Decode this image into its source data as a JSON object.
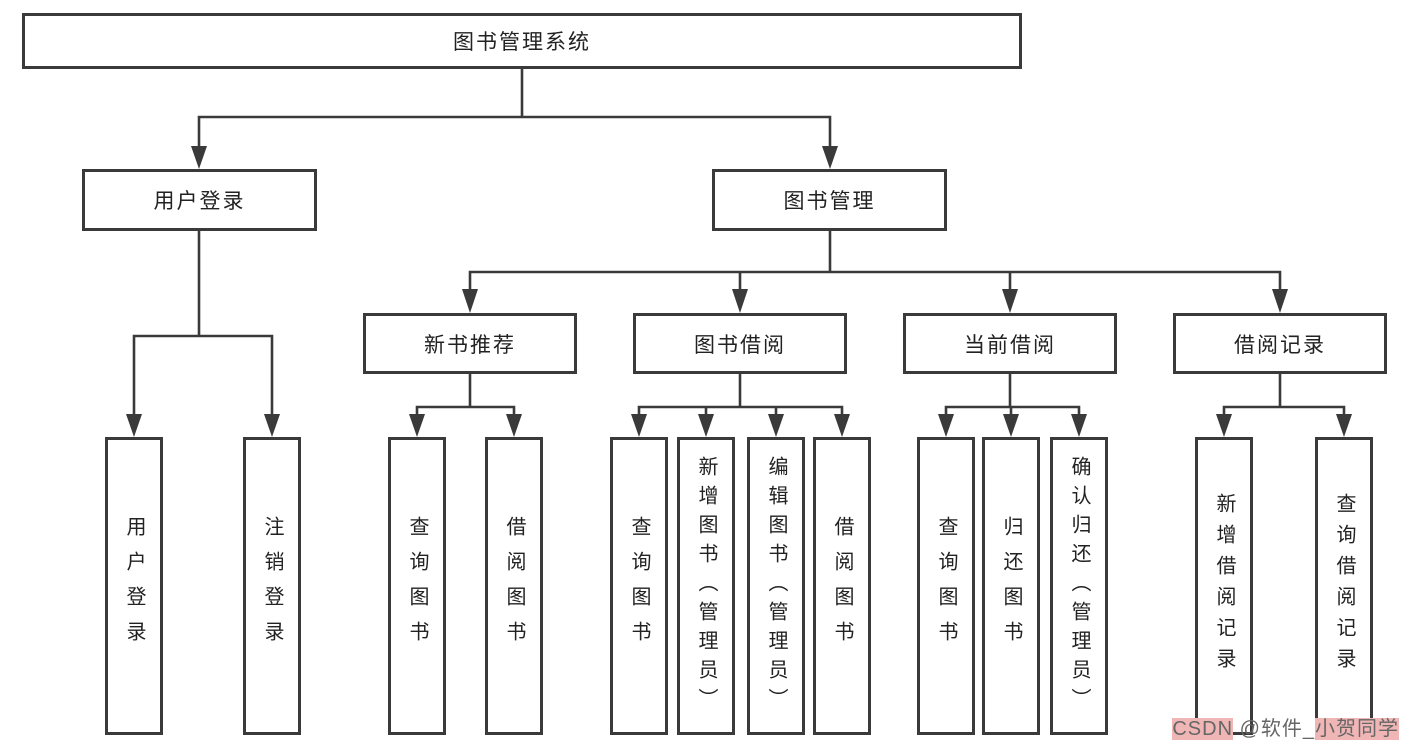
{
  "diagram": {
    "root": {
      "label": "图书管理系统"
    },
    "level2": [
      {
        "label": "用户登录"
      },
      {
        "label": "图书管理"
      }
    ],
    "level3": [
      {
        "label": "新书推荐"
      },
      {
        "label": "图书借阅"
      },
      {
        "label": "当前借阅"
      },
      {
        "label": "借阅记录"
      }
    ],
    "leaves": {
      "user_login": [
        "用户登录",
        "注销登录"
      ],
      "new_book_recommend": [
        "查询图书",
        "借阅图书"
      ],
      "book_borrow": [
        "查询图书",
        "新增图书（管理员）",
        "编辑图书（管理员）",
        "借阅图书"
      ],
      "current_borrow": [
        "查询图书",
        "归还图书",
        "确认归还（管理员）"
      ],
      "borrow_records": [
        "新增借阅记录",
        "查询借阅记录"
      ]
    }
  },
  "watermark": {
    "prefix": "CSDN",
    "middle": " @软件_",
    "suffix": "小贺同学"
  },
  "colors": {
    "line": "#3a3a3a",
    "border": "#3a3a3a",
    "text": "#222222",
    "watermark_text": "#666666",
    "watermark_highlight": "#f0b6b6"
  }
}
